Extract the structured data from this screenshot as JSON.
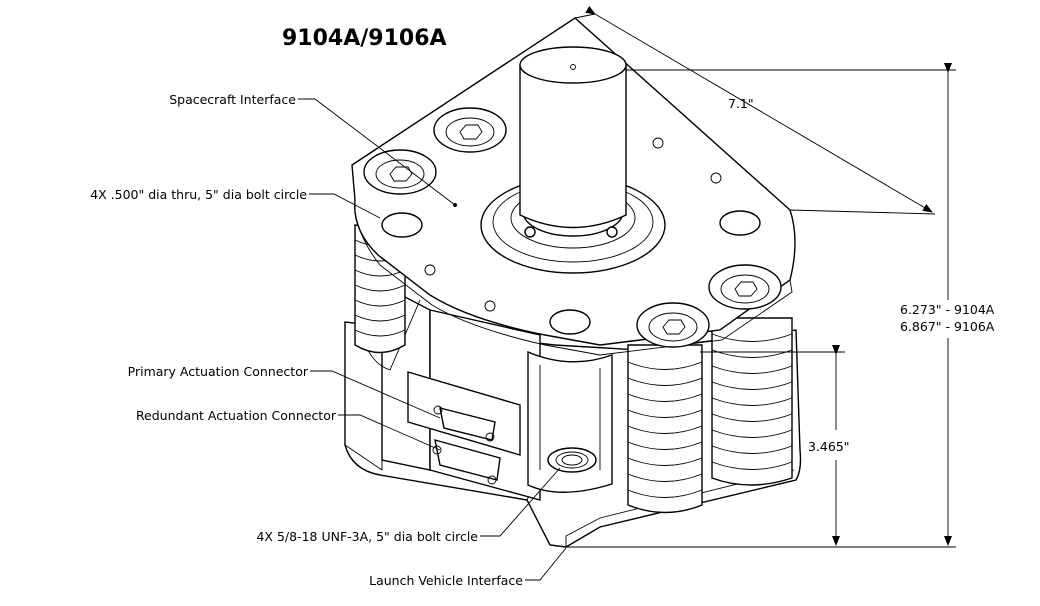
{
  "title": "9104A/9106A",
  "callouts": {
    "spacecraft_interface": "Spacecraft Interface",
    "bolt_holes": "4X .500\" dia thru, 5\" dia bolt circle",
    "primary_connector": "Primary Actuation Connector",
    "redundant_connector": "Redundant Actuation Connector",
    "threaded_holes": "4X 5/8-18 UNF-3A, 5\" dia bolt circle",
    "launch_vehicle_interface": "Launch Vehicle Interface"
  },
  "dimensions": {
    "width": "7.1\"",
    "height_line1": "6.273\" - 9104A",
    "height_line2": "6.867\" - 9106A",
    "lower_height": "3.465\""
  }
}
